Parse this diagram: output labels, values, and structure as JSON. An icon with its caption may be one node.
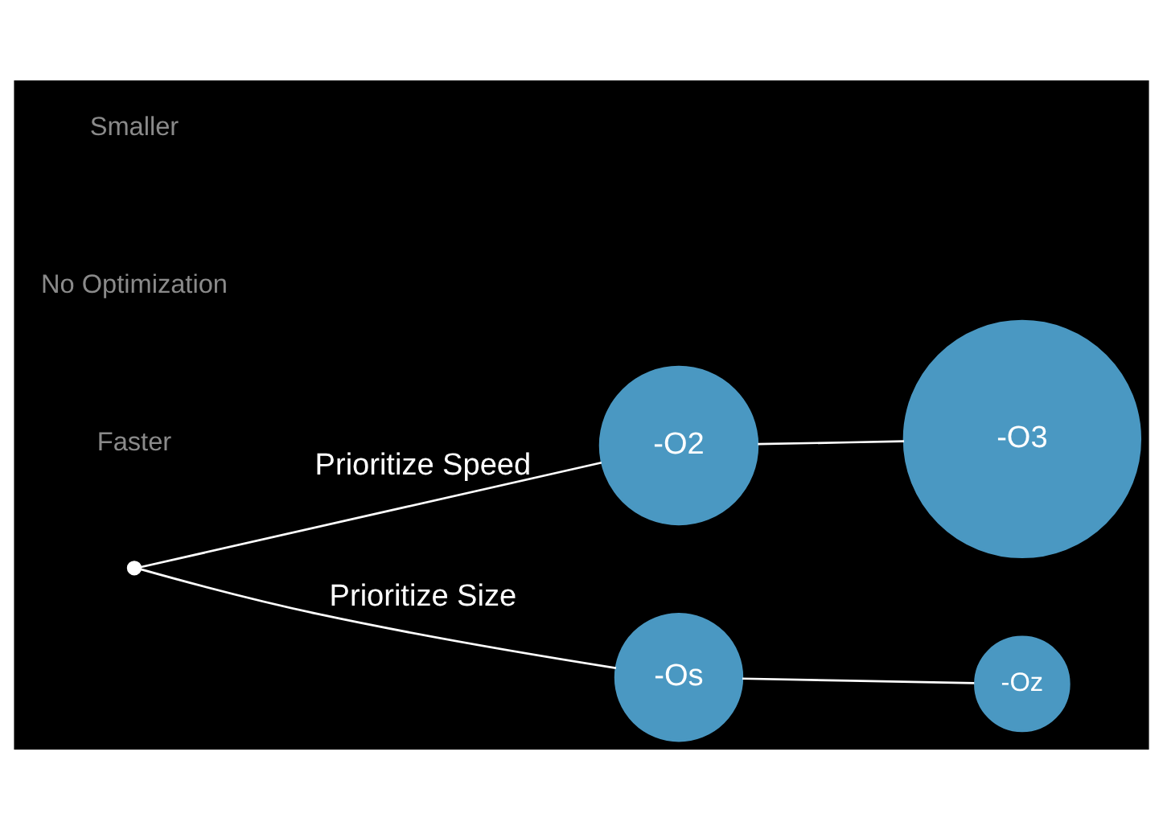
{
  "diagram": {
    "nodes": [
      {
        "text": [],
        "shape": "point"
      },
      {
        "text": [
          "-O3"
        ]
      },
      {
        "text": [
          "-O2"
        ]
      },
      {
        "text": [
          "-Os"
        ]
      },
      {
        "text": [
          "-Oz"
        ]
      }
    ],
    "edges": [
      {
        "from": 0,
        "to": 2,
        "arrow": "none",
        "label": "Prioritize Speed"
      },
      {
        "from": 2,
        "to": 1,
        "arrow": "none"
      },
      {
        "from": 0,
        "to": 3,
        "arrow": "none",
        "label": "Prioritize Size"
      },
      {
        "from": 3,
        "to": 4,
        "arrow": "none"
      }
    ],
    "labels": [
      "Faster",
      "No Optimization",
      "Smaller"
    ]
  }
}
